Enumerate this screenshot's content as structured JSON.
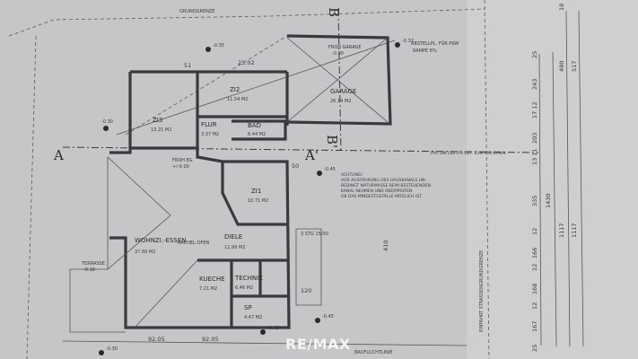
{
  "rooms": {
    "zi3": {
      "name": "ZI3",
      "area": "13.21 M2"
    },
    "zi2": {
      "name": "ZI2",
      "area": "11.54 M2"
    },
    "flur": {
      "name": "FLUR",
      "area": "3.37 M2"
    },
    "bad": {
      "name": "BAD",
      "area": "6.44 M2"
    },
    "garage": {
      "name": "GARAGE",
      "area": "26.14 M2"
    },
    "zi1": {
      "name": "ZI1",
      "area": "10.71 M2"
    },
    "diele": {
      "name": "DIELE",
      "area": "12.99 M2"
    },
    "wohn": {
      "name": "WOHNZI.-ESSEN",
      "area": "37.60 M2"
    },
    "kueche": {
      "name": "KUECHE",
      "area": "7.21 M2"
    },
    "technik": {
      "name": "TECHNIK",
      "area": "6.46 M2"
    },
    "sp": {
      "name": "SP",
      "area": "4.47 M2"
    }
  },
  "labels": {
    "froh_garage": "FROH GARAGE",
    "froh_garage_level": "-0.30",
    "froh_eg": "FROH EG",
    "froh_eg_level": "+/-0.00",
    "terrasse": "TERRASSE",
    "terrasse_level": "-0.18",
    "abstellplatz": "ABSTELLPL. FÜR PKW",
    "rampe": "RAMPE 6%",
    "kachelofen": "KACHEL-OFEN",
    "grundgrenze": "GRUNDGRENZE",
    "baufluchtlinie": "BAUFLUCHTLINIE",
    "strassengrenze": "EINFAHRT STRASSENGRUNDGRENZE",
    "kanal": "PVC DN 150 2% GEF. ZUM MW-KANAL",
    "achtung_title": "ACHTUNG!",
    "achtung_1": "VOR AUSFÜHRUNG DES HAUSKANALS UN-",
    "achtung_2": "BEDINGT NATURMASSE BEIM BESTEHENDEN",
    "achtung_3": "KANAL NEHMEN UND ÜBERPRÜFEN",
    "achtung_4": "OB DAS MINDESTGEFÄLLE MÖGLICH IST"
  },
  "levels": [
    "-0.35",
    "-0.30",
    "-0.32",
    "-0.45",
    "-0.45",
    "-0.30",
    "-0.45"
  ],
  "sections": {
    "a": "A",
    "a_prime": "A'",
    "b": "B",
    "b_prime": "B'"
  },
  "dimensions": {
    "right_column": [
      "25",
      "243",
      "17 12",
      "203",
      "13 11",
      "335",
      "12",
      "166",
      "12",
      "168",
      "12",
      "167",
      "25"
    ],
    "totals": [
      "18",
      "480",
      "517",
      "1430",
      "1117",
      "1117"
    ],
    "misc": [
      "410",
      "120",
      "50",
      "51",
      "25.02",
      "92.05",
      "92.05",
      "3 STG 15/30"
    ]
  },
  "watermark": "RE/MAX"
}
